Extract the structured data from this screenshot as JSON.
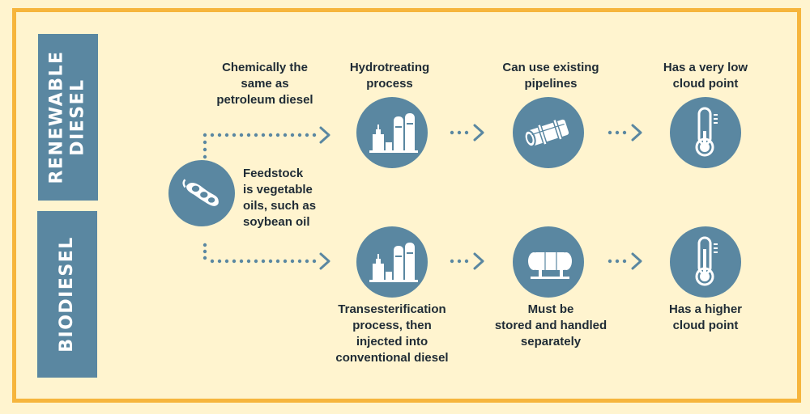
{
  "tabs": {
    "renewable": "RENEWABLE\nDIESEL",
    "biodiesel": "BIODIESEL"
  },
  "feedstock": "Feedstock\nis vegetable\noils, such as\nsoybean oil",
  "renewable": {
    "step1": "Chemically the\nsame as\npetroleum diesel",
    "step2": "Hydrotreating\nprocess",
    "step3": "Can use existing\npipelines",
    "step4": "Has a very low\ncloud point"
  },
  "biodiesel": {
    "step2": "Transesterification\nprocess, then\ninjected into\nconventional diesel",
    "step3": "Must be\nstored and handled\nseparately",
    "step4": "Has a higher\ncloud point"
  },
  "colors": {
    "background": "#fff4cf",
    "border": "#f6b53d",
    "accent": "#5a87a1",
    "text": "#1f2b35"
  },
  "icons": {
    "feedstock": "soybean-icon",
    "process": "refinery-icon",
    "pipeline": "pipeline-icon",
    "tank": "storage-tank-icon",
    "cloud_point": "thermometer-icon"
  }
}
